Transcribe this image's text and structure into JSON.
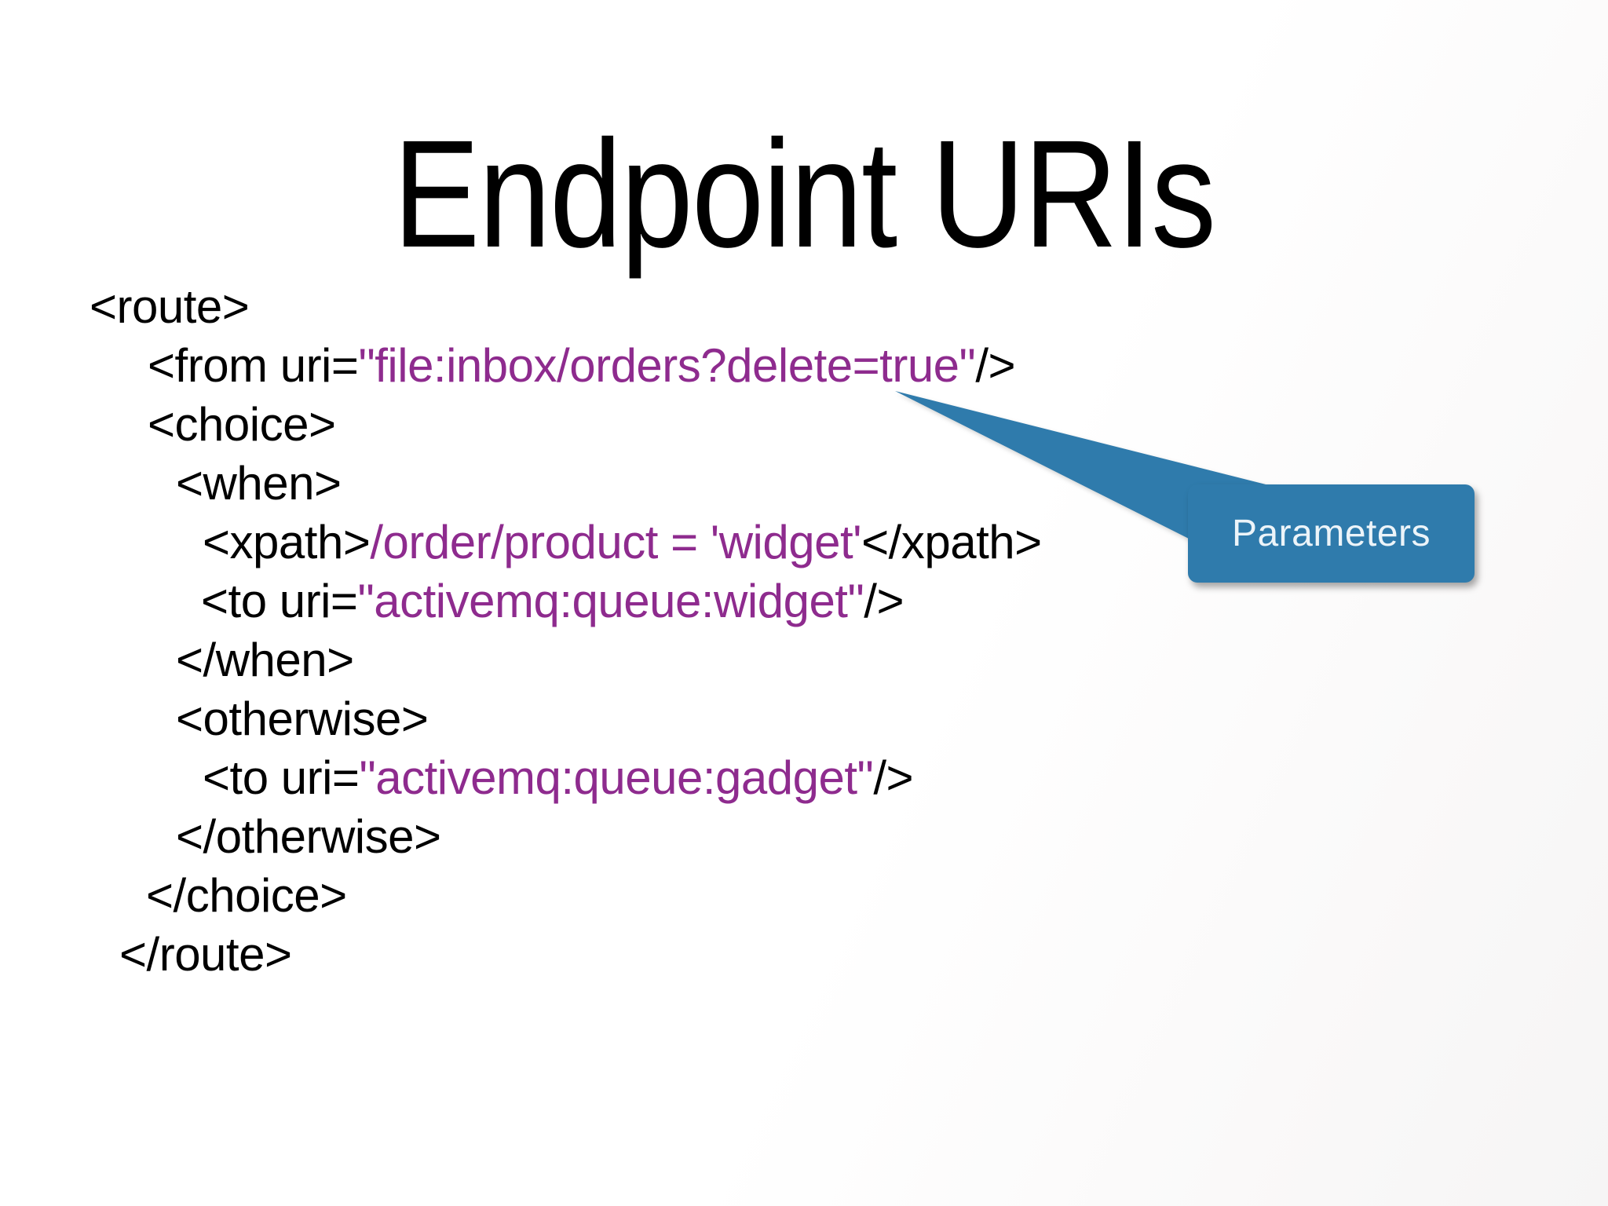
{
  "slide": {
    "title": "Endpoint URIs",
    "colors": {
      "background": "#ffffff",
      "code_tag": "#000000",
      "code_value": "#8e2b8e",
      "callout_fill": "#2f7bac",
      "callout_text": "#ecf4f9"
    },
    "code_lines": [
      {
        "indent": 114,
        "segments": [
          {
            "color": "tag",
            "text": "<route>"
          }
        ]
      },
      {
        "indent": 188,
        "segments": [
          {
            "color": "tag",
            "text": "<from uri="
          },
          {
            "color": "value",
            "text": "\"file:inbox/orders?delete=true\""
          },
          {
            "color": "tag",
            "text": "/>"
          }
        ]
      },
      {
        "indent": 188,
        "segments": [
          {
            "color": "tag",
            "text": "<choice>"
          }
        ]
      },
      {
        "indent": 224,
        "segments": [
          {
            "color": "tag",
            "text": "<when>"
          }
        ]
      },
      {
        "indent": 258,
        "segments": [
          {
            "color": "tag",
            "text": "<xpath>"
          },
          {
            "color": "value",
            "text": "/order/product = 'widget'"
          },
          {
            "color": "tag",
            "text": "</xpath>"
          }
        ]
      },
      {
        "indent": 256,
        "segments": [
          {
            "color": "tag",
            "text": "<to uri="
          },
          {
            "color": "value",
            "text": "\"activemq:queue:widget\""
          },
          {
            "color": "tag",
            "text": "/>"
          }
        ]
      },
      {
        "indent": 224,
        "segments": [
          {
            "color": "tag",
            "text": "</when>"
          }
        ]
      },
      {
        "indent": 224,
        "segments": [
          {
            "color": "tag",
            "text": "<otherwise>"
          }
        ]
      },
      {
        "indent": 258,
        "segments": [
          {
            "color": "tag",
            "text": "<to uri="
          },
          {
            "color": "value",
            "text": "\"activemq:queue:gadget\""
          },
          {
            "color": "tag",
            "text": "/>"
          }
        ]
      },
      {
        "indent": 224,
        "segments": [
          {
            "color": "tag",
            "text": "</otherwise>"
          }
        ]
      },
      {
        "indent": 186,
        "segments": [
          {
            "color": "tag",
            "text": "</choice>"
          }
        ]
      },
      {
        "indent": 152,
        "segments": [
          {
            "color": "tag",
            "text": "</route>"
          }
        ]
      }
    ],
    "callout": {
      "label": "Parameters"
    }
  }
}
